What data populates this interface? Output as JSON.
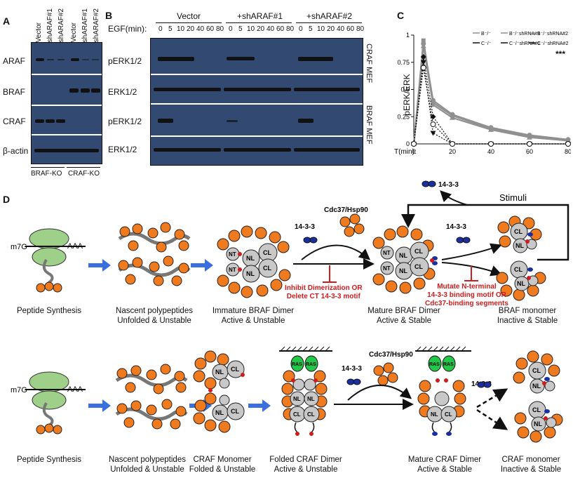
{
  "panelA": {
    "label": "A",
    "lanes": [
      "Vector",
      "shARAF#1",
      "shARAF#2",
      "Vector",
      "shARAF#1",
      "shARAF#2"
    ],
    "rows": [
      "ARAF",
      "BRAF",
      "CRAF",
      "β-actin"
    ],
    "groups": [
      "BRAF-KO",
      "CRAF-KO"
    ]
  },
  "panelB": {
    "label": "B",
    "conditions": [
      "Vector",
      "+shARAF#1",
      "+shARAF#2"
    ],
    "egf_label": "EGF(min):",
    "times": [
      "0",
      "5",
      "10",
      "20",
      "40",
      "60",
      "80"
    ],
    "rows": [
      "pERK1/2",
      "ERK1/2",
      "pERK1/2",
      "ERK1/2"
    ],
    "side_labels": [
      "CRAF MEF",
      "BRAF MEF"
    ]
  },
  "panelC": {
    "label": "C",
    "significance": "***"
  },
  "chart_data": {
    "type": "line",
    "xlabel": "T(min):",
    "ylabel": "pERK/ERK",
    "x": [
      0,
      5,
      10,
      20,
      40,
      60,
      80
    ],
    "xlim": [
      0,
      80
    ],
    "ylim": [
      0,
      1
    ],
    "xticks": [
      "0",
      "20",
      "40",
      "60",
      "80"
    ],
    "yticks": [
      "0",
      "0.25",
      "0.5",
      "0.75",
      "1"
    ],
    "series": [
      {
        "name": "B⁻/⁻",
        "values": [
          0,
          0.92,
          0.4,
          0.27,
          0.15,
          0.08,
          0.04
        ],
        "color": "#909090",
        "marker": "circle"
      },
      {
        "name": "B⁻/⁻shRNA#1",
        "values": [
          0,
          0.95,
          0.38,
          0.26,
          0.14,
          0.07,
          0.03
        ],
        "color": "#909090",
        "marker": "square"
      },
      {
        "name": "B⁻/⁻shRNA#2",
        "values": [
          0,
          0.9,
          0.36,
          0.24,
          0.13,
          0.06,
          0.03
        ],
        "color": "#909090",
        "marker": "triangle"
      },
      {
        "name": "C⁻/⁻",
        "values": [
          0,
          0.75,
          0.1,
          0,
          0,
          0,
          0
        ],
        "color": "#111111",
        "marker": "tri-down"
      },
      {
        "name": "C⁻/⁻shRNA#1",
        "values": [
          0,
          0.8,
          0.25,
          0,
          0,
          0,
          0
        ],
        "color": "#111111",
        "marker": "diamond"
      },
      {
        "name": "C⁻/⁻shRNA#2",
        "values": [
          0,
          0.7,
          0.18,
          0,
          0,
          0,
          0
        ],
        "color": "#111111",
        "marker": "open-circle"
      }
    ]
  },
  "panelD": {
    "label": "D",
    "mrna": {
      "cap": "m7G",
      "tail": "AAA"
    },
    "labels": {
      "p1433": "14-3-3",
      "cdc": "Cdc37/Hsp90",
      "stimuli": "Stimuli",
      "cl": "CL",
      "nl": "NL",
      "nt": "NT",
      "ras": "RAS"
    },
    "inhibit_text": [
      "Inhibit Dimerization OR",
      "Delete CT 14-3-3 motif"
    ],
    "mutate_text": [
      "Mutate N-terminal",
      "14-3-3 binding motif OR",
      "Cdc37-binding segments"
    ],
    "top_captions": [
      [
        "Peptide Synthesis"
      ],
      [
        "Nascent polypeptides",
        "Unfolded & Unstable"
      ],
      [
        "Immature BRAF Dimer",
        "Active & Unstable"
      ],
      [
        "Mature BRAF Dimer",
        "Active & Stable"
      ],
      [
        "BRAF monomer",
        "Inactive & Stable"
      ]
    ],
    "bottom_captions": [
      [
        "Peptide Synthesis"
      ],
      [
        "Nascent polypeptides",
        "Unfolded & Unstable"
      ],
      [
        "CRAF Monomer",
        "Folded & Unstable"
      ],
      [
        "Folded CRAF Dimer",
        "Active & Unstable"
      ],
      [
        "Mature CRAF Dimer",
        "Active & Stable"
      ],
      [
        "CRAF monomer",
        "Inactive & Stable"
      ]
    ]
  }
}
